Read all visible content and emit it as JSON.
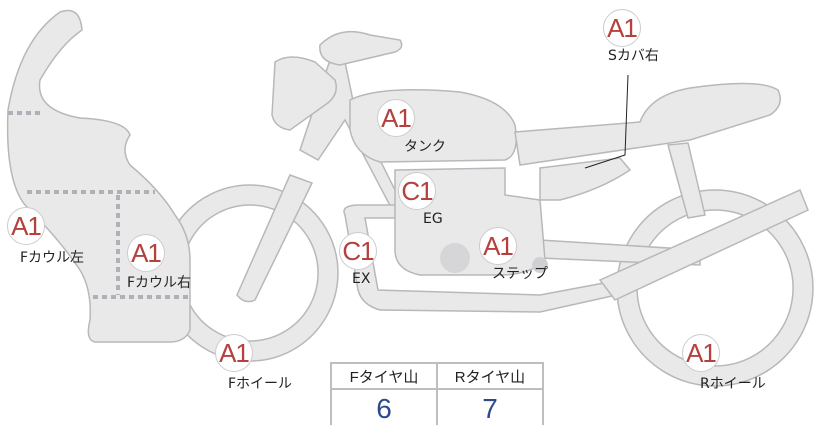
{
  "parts": [
    {
      "id": "s-cover-right",
      "label": "Sカバ右",
      "grade": "A1"
    },
    {
      "id": "tank",
      "label": "タンク",
      "grade": "A1"
    },
    {
      "id": "engine",
      "label": "EG",
      "grade": "C1"
    },
    {
      "id": "exhaust",
      "label": "EX",
      "grade": "C1"
    },
    {
      "id": "step",
      "label": "ステップ",
      "grade": "A1"
    },
    {
      "id": "f-cowl-left",
      "label": "Fカウル左",
      "grade": "A1"
    },
    {
      "id": "f-cowl-right",
      "label": "Fカウル右",
      "grade": "A1"
    },
    {
      "id": "f-wheel",
      "label": "Fホイール",
      "grade": "A1"
    },
    {
      "id": "r-wheel",
      "label": "Rホイール",
      "grade": "A1"
    }
  ],
  "tire_table": {
    "headers": [
      "Fタイヤ山",
      "Rタイヤ山"
    ],
    "values": [
      "6",
      "7"
    ]
  },
  "colors": {
    "grade": "#b5413f",
    "value": "#2f4a8a",
    "part_fill": "#e9e9e9"
  }
}
